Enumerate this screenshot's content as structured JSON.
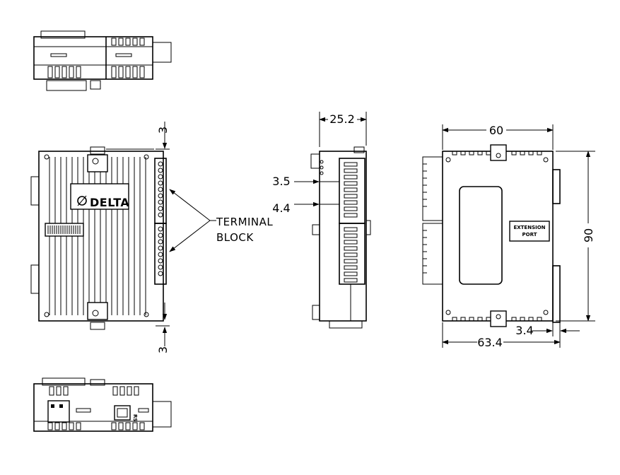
{
  "dimensions": {
    "side_width": "25.2",
    "offset_3_5": "3.5",
    "offset_4_4": "4.4",
    "back_width": "60",
    "back_height": "90",
    "rail_offset": "3.4",
    "overall_depth": "63.4",
    "top_clearance": "3",
    "bottom_clearance": "3"
  },
  "labels": {
    "terminal_block_line1": "TERMINAL",
    "terminal_block_line2": "BLOCK",
    "extension_port_line1": "EXTENSION",
    "extension_port_line2": "PORT",
    "brand": "DELTA",
    "bottom_tag": "RS"
  },
  "colors": {
    "line": "#000000",
    "background": "#ffffff"
  }
}
